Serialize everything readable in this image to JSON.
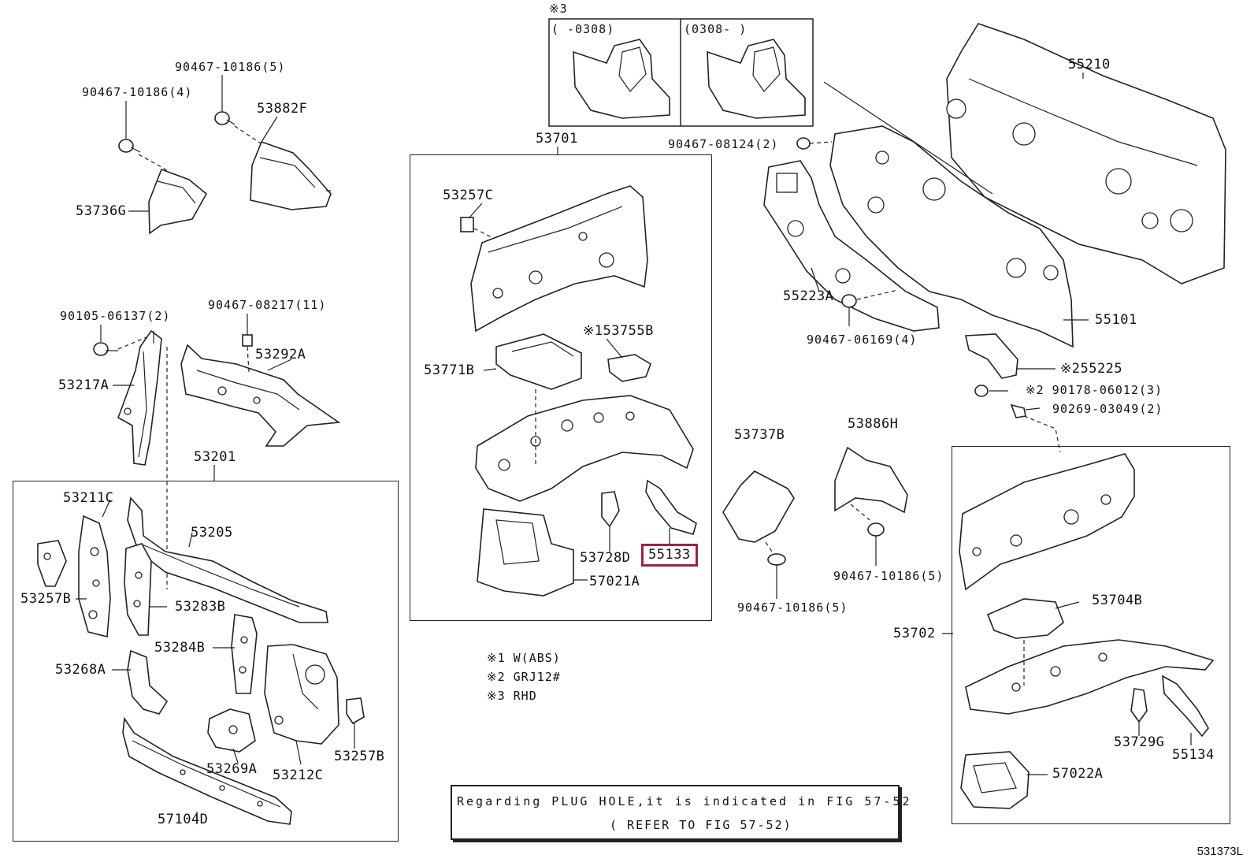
{
  "figure_number": "531373L",
  "labels": {
    "p53882F": "53882F",
    "p90467_10186_5_top": "90467-10186(5)",
    "p90467_10186_4": "90467-10186(4)",
    "p53736G": "53736G",
    "p90105_06137": "90105-06137(2)",
    "p90467_08217": "90467-08217(11)",
    "p53217A": "53217A",
    "p53292A": "53292A",
    "p53201": "53201",
    "p53211C": "53211C",
    "p53205": "53205",
    "p53257B_left": "53257B",
    "p53283B": "53283B",
    "p53284B": "53284B",
    "p53268A": "53268A",
    "p53269A": "53269A",
    "p53212C": "53212C",
    "p53257B_right": "53257B",
    "p57104D": "57104D",
    "p53701": "53701",
    "p53257C": "53257C",
    "p53755B": "※153755B",
    "p53771B": "53771B",
    "p53728D": "53728D",
    "p55133": "55133",
    "p57021A": "57021A",
    "p53737B": "53737B",
    "p53886H": "53886H",
    "p90467_10186_5_mid": "90467-10186(5)",
    "p90467_10186_5_bot": "90467-10186(5)",
    "p55210": "55210",
    "p90467_08124": "90467-08124(2)",
    "p55223A": "55223A",
    "p55101": "55101",
    "p90467_06169": "90467-06169(4)",
    "p55225": "※255225",
    "p90178_06012": "※2 90178-06012(3)",
    "p90269_03049": "90269-03049(2)",
    "p53704B": "53704B",
    "p53702": "53702",
    "p53729G": "53729G",
    "p55134": "55134",
    "p57022A": "57022A"
  },
  "inset": {
    "mark": "※3",
    "left_range": "(     -0308)",
    "right_range": "(0308-      )"
  },
  "footnotes": [
    "※1 W(ABS)",
    "※2 GRJ12#",
    "※3 RHD"
  ],
  "plug_note": {
    "line1": "Regarding PLUG HOLE,it is indicated in FIG 57-52",
    "line2": "( REFER TO FIG 57-52)"
  },
  "highlight_color": "#a0223d"
}
